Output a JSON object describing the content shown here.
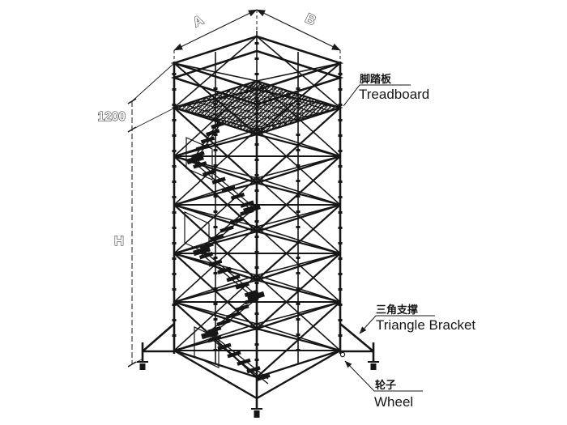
{
  "diagram": {
    "type": "isometric engineering drawing of a mobile scaffold stair tower",
    "dimensions": {
      "width_left": "A",
      "width_right": "B",
      "guard_height": "1200",
      "tower_height": "H"
    },
    "callouts": {
      "treadboard": {
        "cn": "脚踏板",
        "en": "Treadboard"
      },
      "triangle_bracket": {
        "cn": "三角支撑",
        "en": "Triangle Bracket"
      },
      "wheel": {
        "cn": "轮子",
        "en": "Wheel"
      }
    },
    "colors": {
      "line": "#161616",
      "background": "#ffffff"
    }
  }
}
